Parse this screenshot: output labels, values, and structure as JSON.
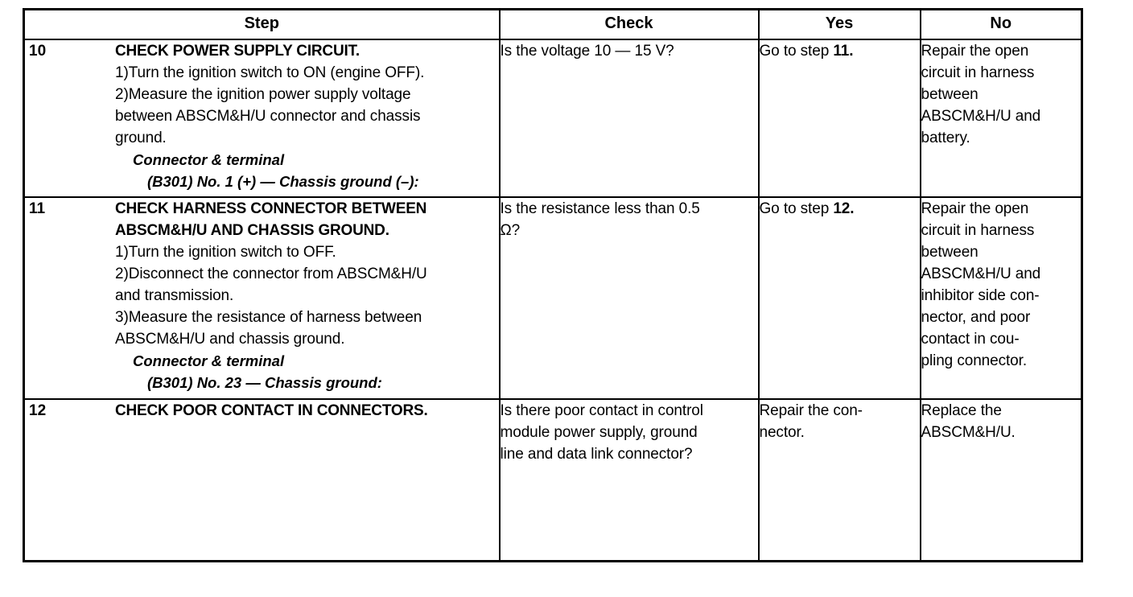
{
  "table": {
    "headers": {
      "step": "Step",
      "check": "Check",
      "yes": "Yes",
      "no": "No"
    },
    "rows": [
      {
        "number": "10",
        "title": "CHECK POWER SUPPLY CIRCUIT.",
        "lines": [
          "1)Turn the ignition switch to ON (engine OFF).",
          "2)Measure the ignition power supply voltage",
          "between ABSCM&H/U connector and chassis",
          "ground."
        ],
        "sub_heading": "Connector & terminal",
        "sub_detail": "(B301) No. 1 (+) — Chassis ground (–):",
        "check": "Is the voltage 10 — 15 V?",
        "yes": "Go to step 11.",
        "yes_bold_tail": "11.",
        "no": "Repair the open circuit in harness between ABSCM&H/U and battery."
      },
      {
        "number": "11",
        "title": "CHECK HARNESS CONNECTOR BETWEEN ABSCM&H/U AND CHASSIS GROUND.",
        "lines": [
          "1)Turn the ignition switch to OFF.",
          "2)Disconnect the connector from ABSCM&H/U",
          "and transmission.",
          "3)Measure the resistance of harness between",
          "ABSCM&H/U and chassis ground."
        ],
        "sub_heading": "Connector & terminal",
        "sub_detail": "(B301) No. 23 — Chassis ground:",
        "check": "Is the resistance less than 0.5 Ω?",
        "yes": "Go to step 12.",
        "yes_bold_tail": "12.",
        "no": "Repair the open circuit in harness between ABSCM&H/U and inhibitor side con-nector, and poor contact in cou-pling connector."
      },
      {
        "number": "12",
        "title": "CHECK POOR CONTACT IN CONNECTORS.",
        "lines": [],
        "sub_heading": "",
        "sub_detail": "",
        "check": "Is there poor contact in control module power supply, ground line and data link connector?",
        "yes": "Repair the con-nector.",
        "yes_bold_tail": "",
        "no": "Replace the ABSCM&H/U."
      }
    ]
  },
  "row10": {
    "title": "CHECK POWER SUPPLY CIRCUIT.",
    "l0": "1)Turn the ignition switch to ON (engine OFF).",
    "l1": "2)Measure the ignition power supply voltage",
    "l2": "between ABSCM&H/U connector and chassis",
    "l3": "ground.",
    "sub1": "Connector & terminal",
    "sub2": "(B301) No. 1 (+) — Chassis ground (–):",
    "check": "Is the voltage 10 — 15 V?",
    "yes_prefix": "Go to step ",
    "yes_bold": "11.",
    "no_l0": "Repair the open",
    "no_l1": "circuit in harness",
    "no_l2": "between",
    "no_l3": "ABSCM&H/U and",
    "no_l4": "battery."
  },
  "row11": {
    "title_l0": "CHECK HARNESS CONNECTOR BETWEEN",
    "title_l1": "ABSCM&H/U AND CHASSIS GROUND.",
    "l0": "1)Turn the ignition switch to OFF.",
    "l1": "2)Disconnect the connector from ABSCM&H/U",
    "l2": "and transmission.",
    "l3": "3)Measure the resistance of harness between",
    "l4": "ABSCM&H/U and chassis ground.",
    "sub1": "Connector & terminal",
    "sub2": "(B301) No. 23 — Chassis ground:",
    "check_l0": "Is the resistance less than 0.5",
    "check_l1": "Ω?",
    "yes_prefix": "Go to step ",
    "yes_bold": "12.",
    "no_l0": "Repair the open",
    "no_l1": "circuit in harness",
    "no_l2": "between",
    "no_l3": "ABSCM&H/U and",
    "no_l4": "inhibitor side con-",
    "no_l5": "nector, and poor",
    "no_l6": "contact in cou-",
    "no_l7": "pling connector."
  },
  "row12": {
    "title": "CHECK POOR CONTACT IN CONNECTORS.",
    "check_l0": "Is there poor contact in control",
    "check_l1": "module power supply, ground",
    "check_l2": "line and data link connector?",
    "yes_l0": "Repair the con-",
    "yes_l1": "nector.",
    "no_l0": "Replace the",
    "no_l1": "ABSCM&H/U."
  }
}
